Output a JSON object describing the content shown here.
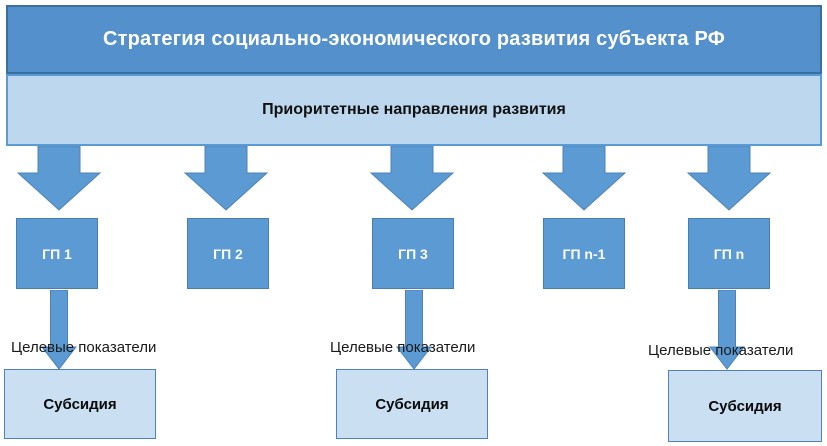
{
  "diagram": {
    "title": "Стратегия социально-экономического развития субъекта РФ",
    "subtitle": "Приоритетные направления развития",
    "programs": [
      {
        "label": "ГП 1"
      },
      {
        "label": "ГП 2"
      },
      {
        "label": "ГП 3"
      },
      {
        "label": "ГП n-1"
      },
      {
        "label": "ГП n"
      }
    ],
    "target_label": "Целевые показатели",
    "subsidy_label": "Субсидия",
    "colors": {
      "banner_fill": "#5390cc",
      "banner_border": "#3c6e9f",
      "band_fill": "#bdd7ee",
      "band_border": "#5b9bd5",
      "shape_fill": "#5b9ad2",
      "shape_border": "#4a7db4",
      "subsidy_fill": "#cadff2",
      "subsidy_border": "#4f81bd",
      "title_text": "#ffffff",
      "body_text": "#111111"
    }
  }
}
